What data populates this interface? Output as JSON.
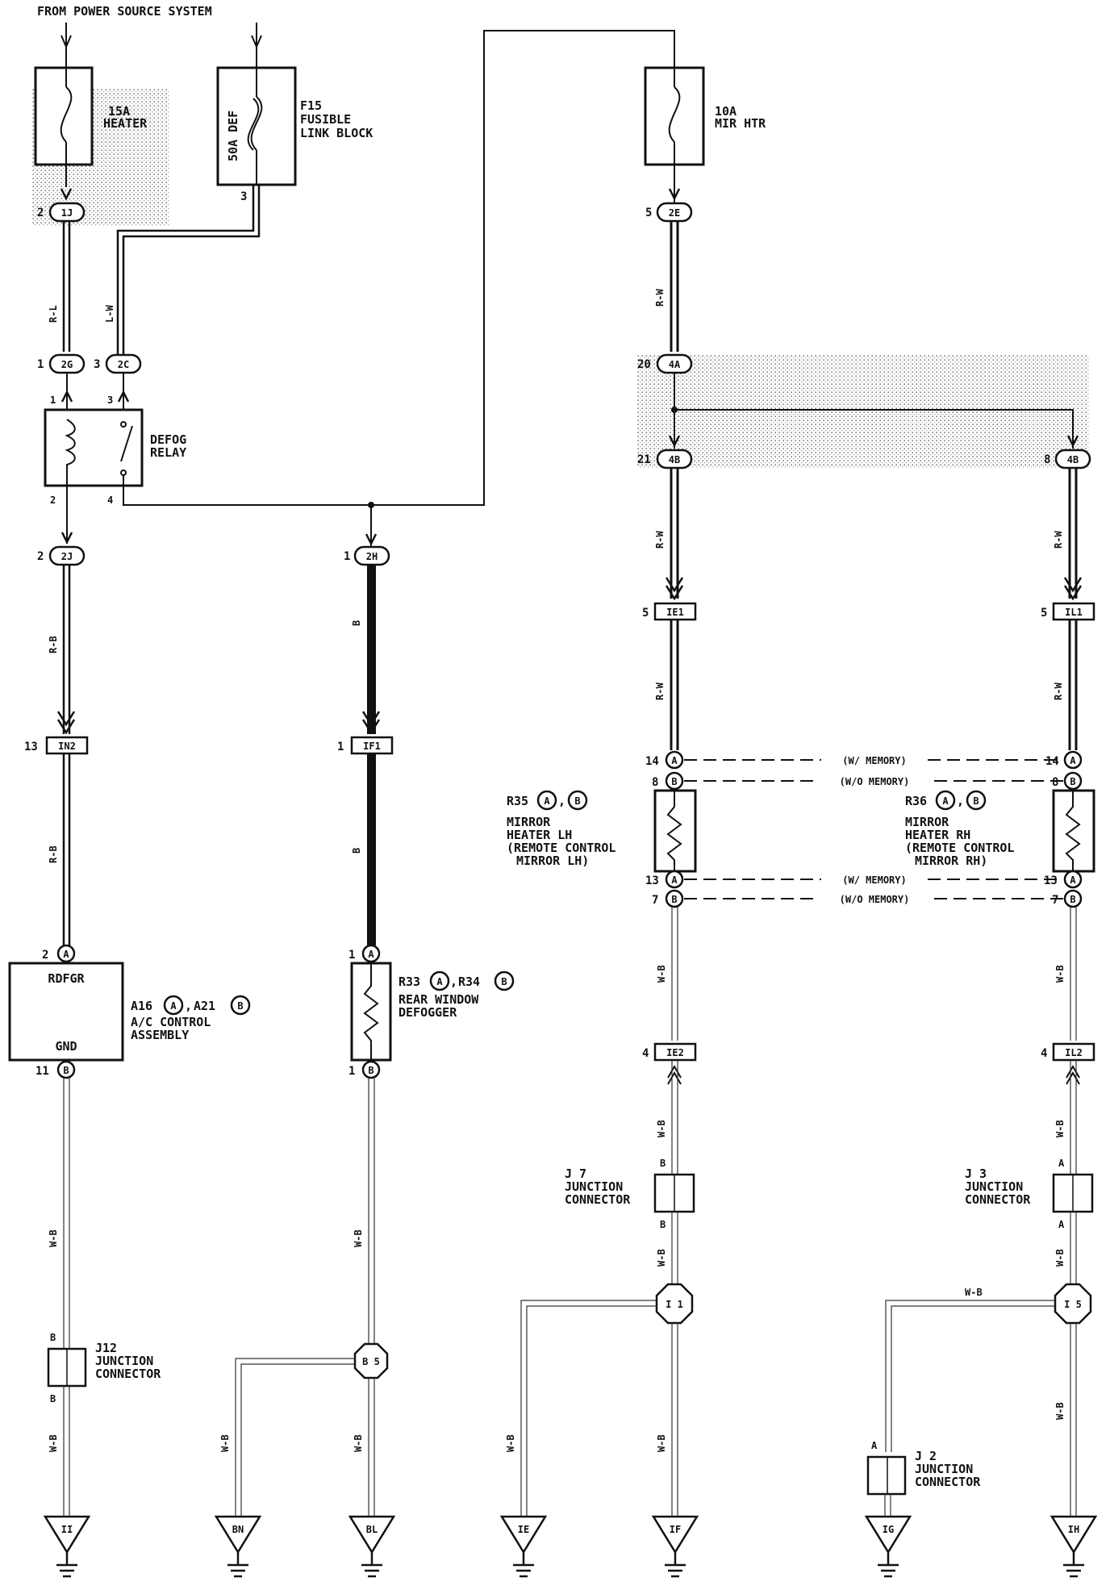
{
  "header": {
    "source": "FROM POWER SOURCE SYSTEM"
  },
  "fuses": {
    "heater": {
      "rating": "15A",
      "name": "HEATER"
    },
    "def": {
      "rating": "50A DEF",
      "code": "F15",
      "name1": "FUSIBLE",
      "name2": "LINK BLOCK",
      "pin": "3"
    },
    "mir": {
      "rating": "10A",
      "name": "MIR HTR"
    }
  },
  "connectors": {
    "c1j": {
      "id": "1J",
      "pin": "2"
    },
    "c2g": {
      "id": "2G",
      "pin": "1"
    },
    "c2c": {
      "id": "2C",
      "pin": "3"
    },
    "c2j": {
      "id": "2J",
      "pin": "2"
    },
    "c2h": {
      "id": "2H",
      "pin": "1"
    },
    "c2e": {
      "id": "2E",
      "pin": "5"
    },
    "c4a": {
      "id": "4A",
      "pin": "20"
    },
    "c4b_l": {
      "id": "4B",
      "pin": "21"
    },
    "c4b_r": {
      "id": "4B",
      "pin": "8"
    },
    "in2": {
      "id": "IN2",
      "pin": "13"
    },
    "if1": {
      "id": "IF1",
      "pin": "1"
    },
    "ie1": {
      "id": "IE1",
      "pin": "5"
    },
    "il1": {
      "id": "IL1",
      "pin": "5"
    },
    "ie2": {
      "id": "IE2",
      "pin": "4"
    },
    "il2": {
      "id": "IL2",
      "pin": "4"
    }
  },
  "relay": {
    "name1": "DEFOG",
    "name2": "RELAY",
    "p1": "1",
    "p2": "2",
    "p3": "3",
    "p4": "4"
  },
  "wires": {
    "rl": "R-L",
    "lw": "L-W",
    "rw": "R-W",
    "rb": "R-B",
    "b": "B",
    "wb": "W-B"
  },
  "ac": {
    "rdfgr": "RDFGR",
    "gnd": "GND",
    "code1": "A16",
    "sep": ",",
    "code2": "A21",
    "name1": "A/C CONTROL",
    "name2": "ASSEMBLY",
    "a": "A",
    "b": "B",
    "pin_a": "2",
    "pin_b": "11"
  },
  "defogger": {
    "code1": "R33",
    "code2": "R34",
    "name1": "REAR WINDOW",
    "name2": "DEFOGGER",
    "pin_a": "1",
    "pin_b": "1"
  },
  "mirror_lh": {
    "code": "R35",
    "name1": "MIRROR",
    "name2": "HEATER LH",
    "name3": "(REMOTE CONTROL",
    "name4": "MIRROR LH)"
  },
  "mirror_rh": {
    "code": "R36",
    "name1": "MIRROR",
    "name2": "HEATER RH",
    "name3": "(REMOTE CONTROL",
    "name4": "MIRROR RH)"
  },
  "mirror_pins": {
    "top_a": "14",
    "top_b": "8",
    "bot_a": "13",
    "bot_b": "7"
  },
  "memory": {
    "with": "(W/ MEMORY)",
    "without": "(W/O MEMORY)"
  },
  "junctions": {
    "j12": {
      "code": "J12",
      "name1": "JUNCTION",
      "name2": "CONNECTOR",
      "top": "B",
      "bot": "B"
    },
    "j7": {
      "code": "J 7",
      "name1": "JUNCTION",
      "name2": "CONNECTOR",
      "top": "B",
      "bot": "B"
    },
    "j3": {
      "code": "J 3",
      "name1": "JUNCTION",
      "name2": "CONNECTOR",
      "top": "A",
      "bot": "A"
    },
    "j2": {
      "code": "J 2",
      "name1": "JUNCTION",
      "name2": "CONNECTOR",
      "top": "A"
    }
  },
  "splices": {
    "b5": "B 5",
    "i1": "I 1",
    "i5": "I 5"
  },
  "grounds": {
    "ii": "II",
    "bn": "BN",
    "bl": "BL",
    "ie": "IE",
    "if": "IF",
    "ig": "IG",
    "ih": "IH"
  },
  "circle_letters": {
    "a": "A",
    "b": "B"
  }
}
